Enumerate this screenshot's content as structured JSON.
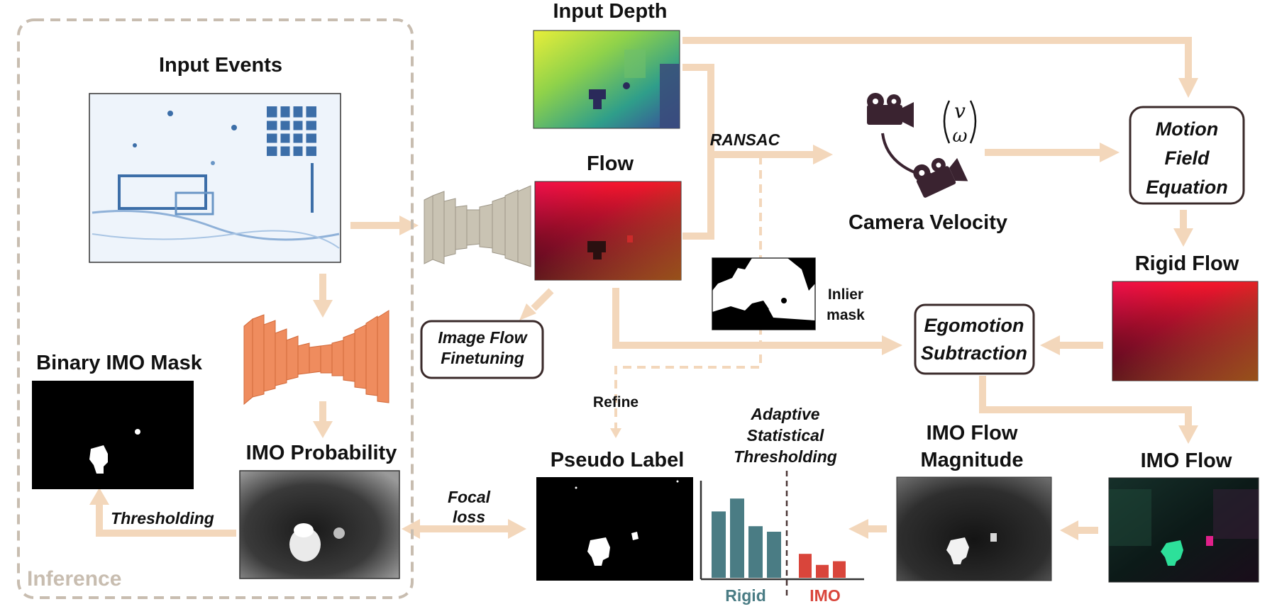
{
  "labels": {
    "input_events": "Input Events",
    "input_depth": "Input Depth",
    "flow": "Flow",
    "ransac": "RANSAC",
    "camera_velocity": "Camera Velocity",
    "velocity_vector_top": "v",
    "velocity_vector_bottom": "ω",
    "motion_field_line1": "Motion",
    "motion_field_line2": "Field",
    "motion_field_line3": "Equation",
    "rigid_flow": "Rigid Flow",
    "inlier_line1": "Inlier",
    "inlier_line2": "mask",
    "egomotion_line1": "Egomotion",
    "egomotion_line2": "Subtraction",
    "image_flow_line1": "Image Flow",
    "image_flow_line2": "Finetuning",
    "binary_imo_mask": "Binary IMO Mask",
    "imo_probability": "IMO Probability",
    "thresholding": "Thresholding",
    "inference": "Inference",
    "focal_line1": "Focal",
    "focal_line2": "loss",
    "pseudo_label": "Pseudo Label",
    "refine": "Refine",
    "adaptive_line1": "Adaptive",
    "adaptive_line2": "Statistical",
    "adaptive_line3": "Thresholding",
    "imo_flow_mag_line1": "IMO Flow",
    "imo_flow_mag_line2": "Magnitude",
    "imo_flow": "IMO Flow",
    "rigid_axis": "Rigid",
    "imo_axis": "IMO"
  },
  "colors": {
    "arrow": "#f3d7bb",
    "inference_border": "#c8bdb0",
    "rigid_bar": "#4a7c84",
    "imo_bar": "#d9453b",
    "rigid_text": "#4a7c84",
    "imo_text": "#d9453b",
    "encoder": "#c9c3b3",
    "unet": "#ef8c5e",
    "icon": "#3a2330"
  },
  "histogram": {
    "rigid_values": [
      0.72,
      0.86,
      0.56,
      0.5
    ],
    "imo_values": [
      0.26,
      0.14,
      0.18
    ]
  },
  "icons": {
    "camera_a": "movie-camera-icon",
    "camera_b": "movie-camera-icon"
  }
}
